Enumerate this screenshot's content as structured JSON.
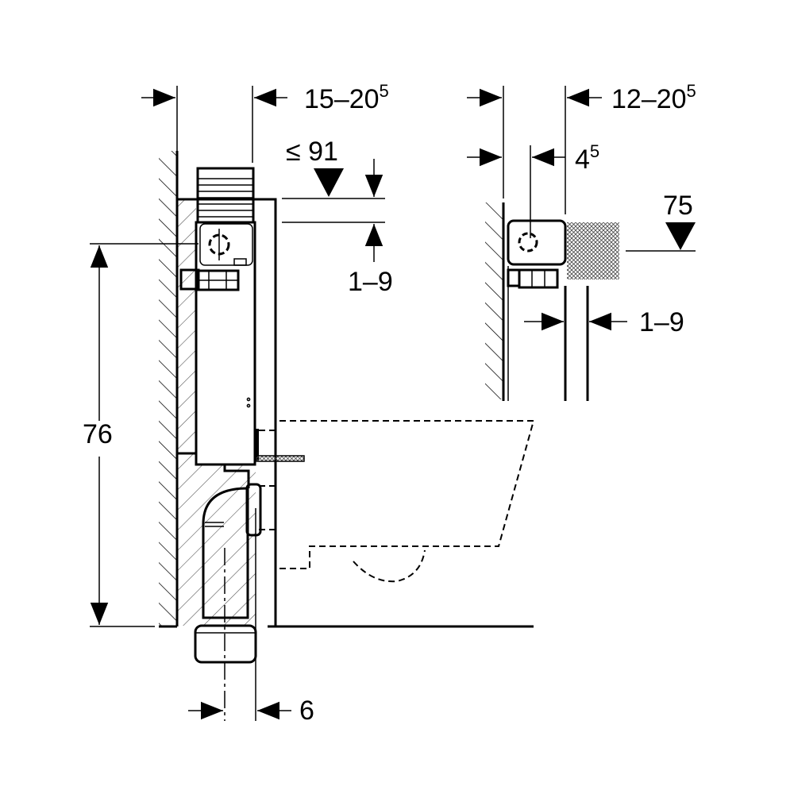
{
  "diagram": {
    "main_view": {
      "frame_depth": {
        "value": "15–20",
        "sup": "5"
      },
      "top_level": "≤ 91",
      "top_offset": "1–9",
      "height": "76",
      "bottom_offset": "6"
    },
    "side_view": {
      "frame_depth": {
        "value": "12–20",
        "sup": "5"
      },
      "inner_offset": {
        "value": "4",
        "sup": "5"
      },
      "level": "75",
      "wall_offset": "1–9"
    }
  }
}
